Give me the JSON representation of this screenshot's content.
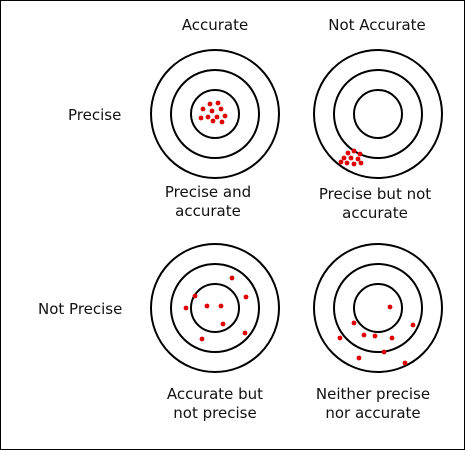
{
  "colors": {
    "ring": "#000000",
    "dot": "#e00000",
    "background": "#ffffff"
  },
  "headers": {
    "col1": "Accurate",
    "col2": "Not Accurate"
  },
  "row_labels": {
    "row1": "Precise",
    "row2": "Not Precise"
  },
  "targets": [
    {
      "id": "precise-accurate",
      "caption": [
        "Precise and",
        "accurate"
      ]
    },
    {
      "id": "precise-not-accurate",
      "caption": [
        "Precise but not",
        "accurate"
      ]
    },
    {
      "id": "accurate-not-precise",
      "caption": [
        "Accurate but",
        "not precise"
      ]
    },
    {
      "id": "neither",
      "caption": [
        "Neither precise",
        "nor accurate"
      ]
    }
  ]
}
